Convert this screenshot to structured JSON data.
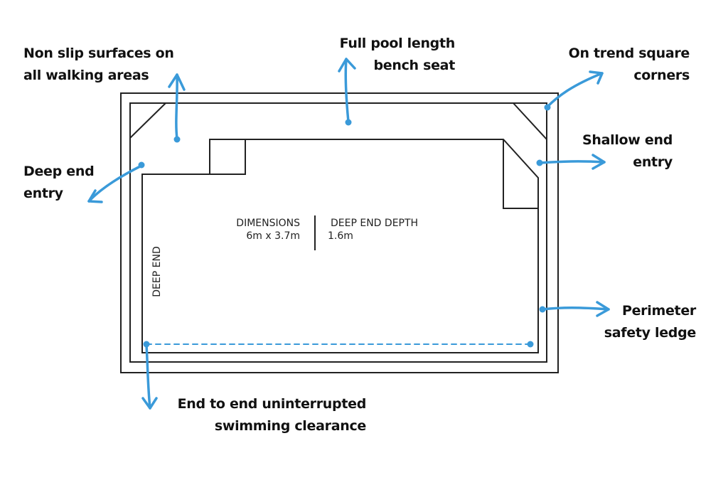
{
  "colors": {
    "accent": "#3a9ad9",
    "outline": "#222222",
    "text": "#111111"
  },
  "callouts": {
    "non_slip": {
      "line1": "Non slip surfaces on",
      "line2": "all walking areas"
    },
    "bench": {
      "line1": "Full pool length",
      "line2": "bench seat"
    },
    "corners": {
      "line1": "On trend square",
      "line2": "corners"
    },
    "deep_entry": {
      "line1": "Deep end",
      "line2": "entry"
    },
    "shallow_entry": {
      "line1": "Shallow end",
      "line2": "entry"
    },
    "ledge": {
      "line1": "Perimeter",
      "line2": "safety ledge"
    },
    "clearance": {
      "line1": "End to end uninterrupted",
      "line2": "swimming clearance"
    }
  },
  "specs": {
    "dimensions_label": "DIMENSIONS",
    "dimensions_value": "6m x 3.7m",
    "depth_label": "DEEP END DEPTH",
    "depth_value": "1.6m",
    "deep_end_label": "DEEP END"
  }
}
